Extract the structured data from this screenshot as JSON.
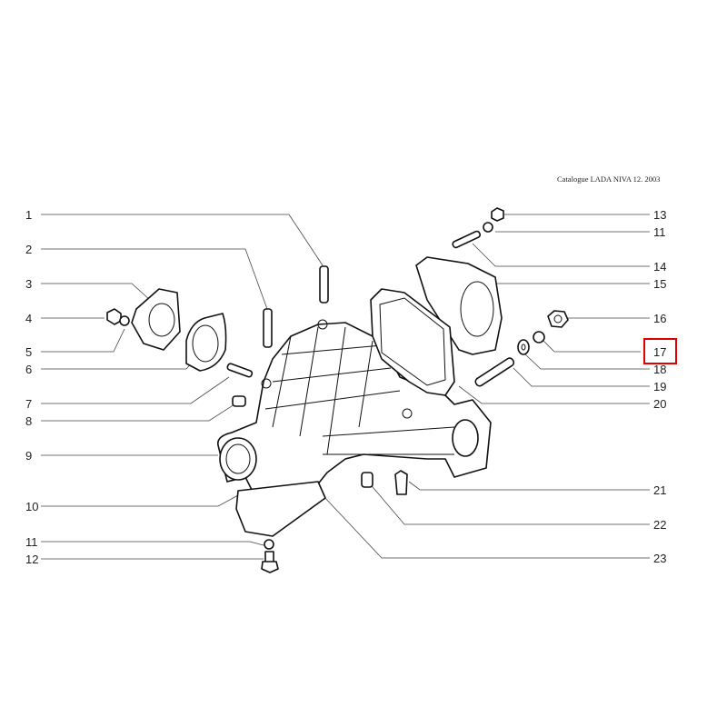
{
  "header": {
    "catalogue": "Catalogue LADA NIVA 12. 2003"
  },
  "callouts": {
    "left": [
      "1",
      "2",
      "3",
      "4",
      "5",
      "6",
      "7",
      "8",
      "9",
      "10",
      "11",
      "12"
    ],
    "right": [
      "13",
      "11",
      "14",
      "15",
      "16",
      "17",
      "18",
      "19",
      "20",
      "21",
      "22",
      "23"
    ]
  },
  "highlight": {
    "callout": "17",
    "color": "#e00000"
  }
}
